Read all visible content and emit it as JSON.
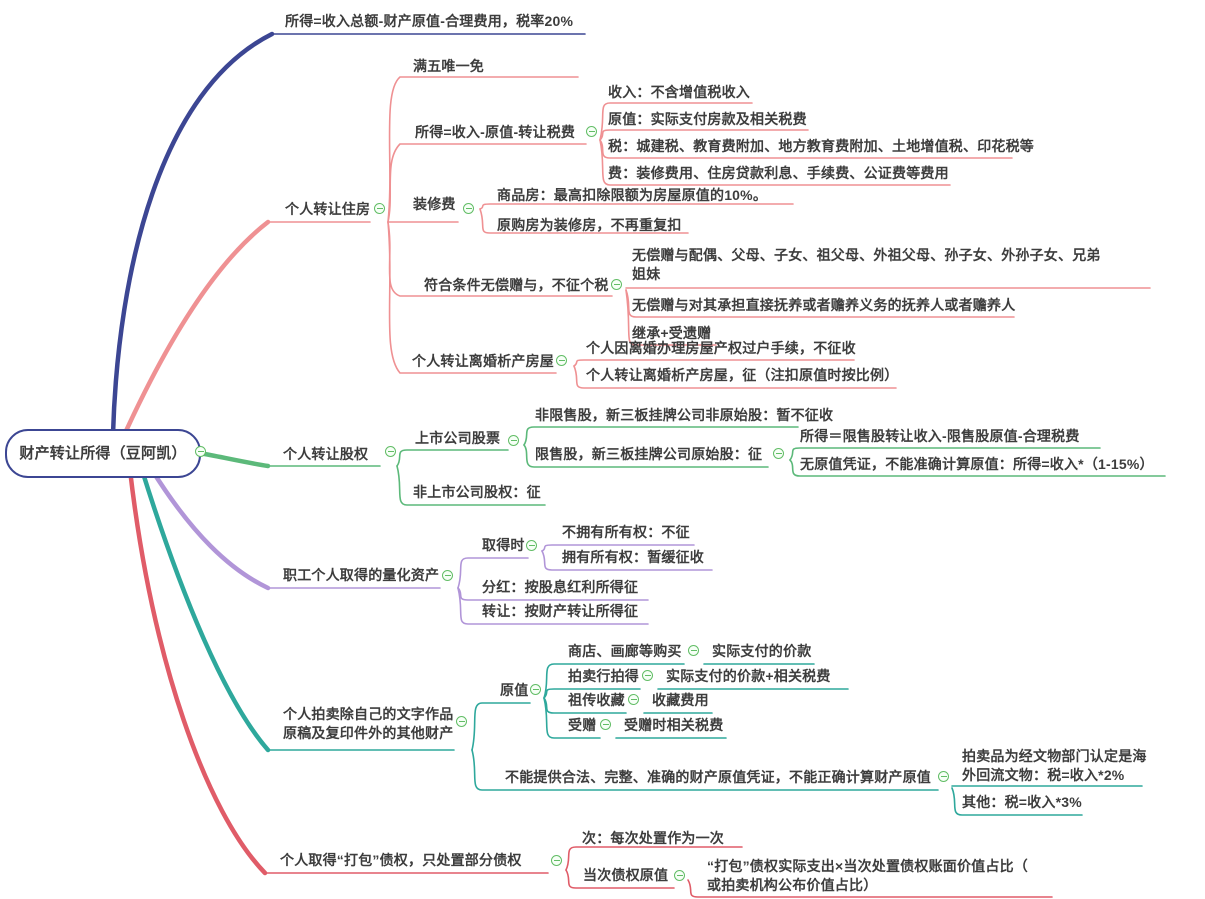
{
  "colors": {
    "navy": "#3c4693",
    "pink": "#ef9193",
    "green": "#5cb97a",
    "purple": "#b195d8",
    "teal": "#2ea89c",
    "red": "#e05c68",
    "collapse": "#62bd66",
    "text": "#3d3d3d"
  },
  "root": {
    "label": "财产转让所得（豆阿凯）"
  },
  "nodes": {
    "formula": "所得=收入总额-财产原值-合理费用，税率20%",
    "housing": "个人转让住房",
    "manwu": "满五唯一免",
    "suode": "所得=收入-原值-转让税费",
    "shouru": "收入：不含增值税收入",
    "yuanzhi": "原值：实际支付房款及相关税费",
    "shui": "税：城建税、教育费附加、地方教育费附加、土地增值税、印花税等",
    "fei": "费：装修费用、住房贷款利息、手续费、公证费等费用",
    "zhuangxiufei": "装修费",
    "shangpinfang": "商品房：最高扣除限额为房屋原值的10%。",
    "yuangoufang": "原购房为装修房，不再重复扣",
    "zengyu": "符合条件无偿赠与，不征个税",
    "qinshu": "无偿赠与配偶、父母、子女、祖父母、外祖父母、孙子女、外孙子女、兄弟\n姐妹",
    "fuyang": "无偿赠与对其承担直接抚养或者赡养义务的抚养人或者赡养人",
    "jicheng": "继承+受遗赠",
    "lihun": "个人转让离婚析产房屋",
    "lihun_guohu": "个人因离婚办理房屋产权过户手续，不征收",
    "lihun_zheng": "个人转让离婚析产房屋，征（注扣原值时按比例）",
    "equity": "个人转让股权",
    "listed": "上市公司股票",
    "feixianshou": "非限售股，新三板挂牌公司非原始股：暂不征收",
    "xianshou": "限售股，新三板挂牌公司原始股：征",
    "xs_suode": "所得＝限售股转让收入-限售股原值-合理税费",
    "xs_wuyuanzhi": "无原值凭证，不能准确计算原值：所得=收入*（1-15%）",
    "unlisted": "非上市公司股权：征",
    "quantized": "职工个人取得的量化资产",
    "qude": "取得时",
    "qude_no": "不拥有所有权：不征",
    "qude_yes": "拥有所有权：暂缓征收",
    "fenhong": "分红：按股息红利所得征",
    "zhuanrang": "转让：按财产转让所得征",
    "auction": "个人拍卖除自己的文字作品\n原稿及复印件外的其他财产",
    "a_yuanzhi": "原值",
    "shangdian": "商店、画廊等购买",
    "shangdian_v": "实际支付的价款",
    "paimai": "拍卖行拍得",
    "paimai_v": "实际支付的价款+相关税费",
    "zuchuan": "祖传收藏",
    "zuchuan_v": "收藏费用",
    "shouzeng": "受赠",
    "shouzeng_v": "受赠时相关税费",
    "noproof": "不能提供合法、完整、准确的财产原值凭证，不能正确计算财产原值",
    "haiwai": "拍卖品为经文物部门认定是海\n外回流文物：税=收入*2%",
    "np_other": "其他：税=收入*3%",
    "debt": "个人取得“打包”债权，只处置部分债权",
    "debt_ci": "次：每次处置作为一次",
    "debt_yuanzhi": "当次债权原值",
    "debt_dabao": "“打包”债权实际支出×当次处置债权账面价值占比（\n或拍卖机构公布价值占比）"
  }
}
